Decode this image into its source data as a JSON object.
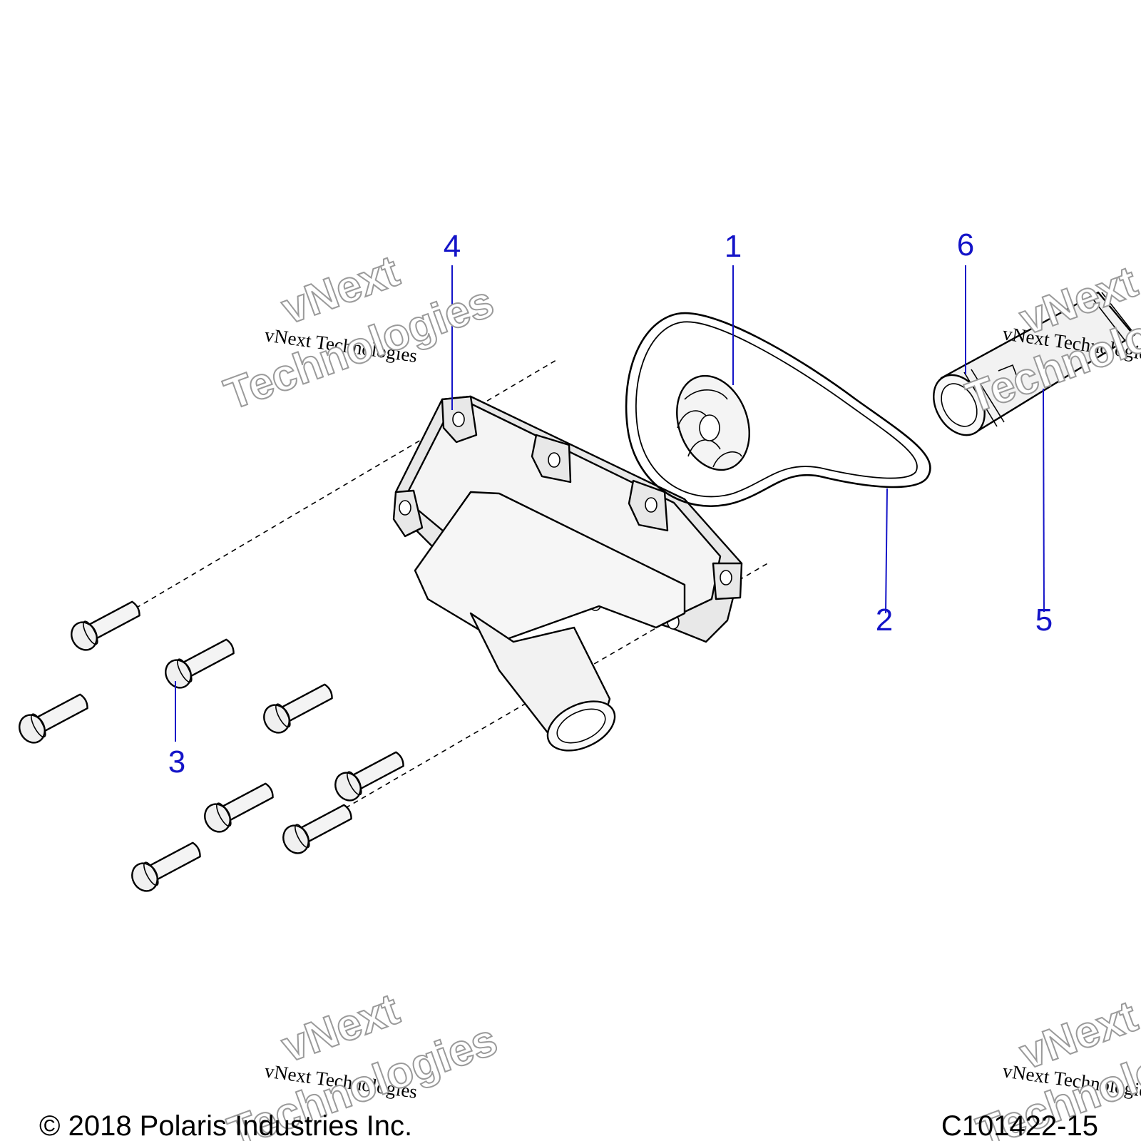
{
  "colors": {
    "callout": "#1414c8",
    "watermark_fill": "#ffffff",
    "watermark_stroke": "#9a9a9a",
    "text": "#000000"
  },
  "callouts": [
    {
      "id": "1",
      "label": "1"
    },
    {
      "id": "2",
      "label": "2"
    },
    {
      "id": "3",
      "label": "3"
    },
    {
      "id": "4",
      "label": "4"
    },
    {
      "id": "5",
      "label": "5"
    },
    {
      "id": "6",
      "label": "6"
    }
  ],
  "watermark": {
    "line1": "vNext Technologies",
    "line2a": "vNext",
    "line2b": "Technologies"
  },
  "footer": {
    "copyright": "© 2018 Polaris Industries Inc.",
    "figure_id": "C101422-15"
  }
}
